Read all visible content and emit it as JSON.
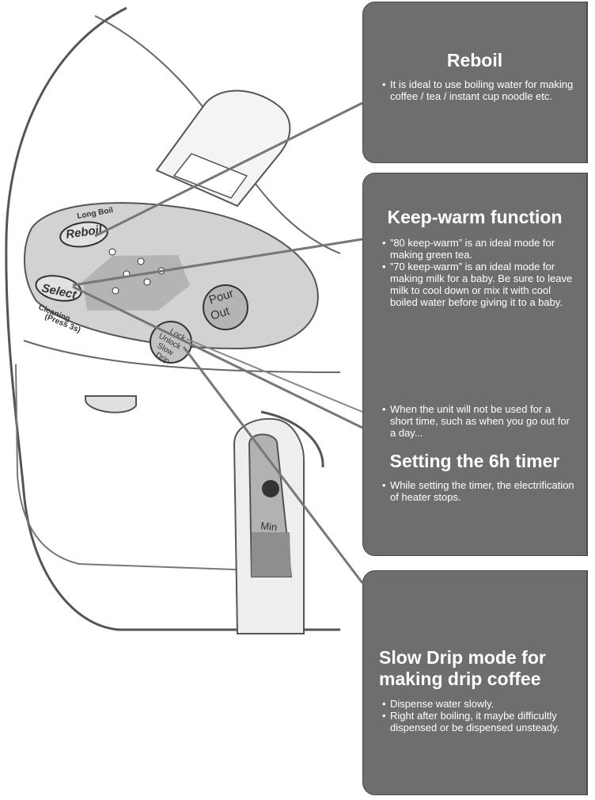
{
  "panels": [
    {
      "title": "Reboil",
      "bullets": [
        "It is ideal to use boiling water for making coffee / tea / instant cup noodle etc."
      ]
    },
    {
      "title": "Keep-warm function",
      "bullets": [
        "”80 keep-warm” is an ideal mode for making green tea.",
        "”70 keep-warm” is an ideal mode for making milk for a baby. Be sure to leave milk to cool down or mix it with cool boiled water before giving it to a baby."
      ],
      "bullets_b": [
        "When the unit will not be used for a short time, such as when you go out for a day..."
      ],
      "title_b": "Setting the 6h timer",
      "bullets_c": [
        "While setting the timer, the electrification of heater stops."
      ]
    },
    {
      "title": "Slow Drip mode for making drip coffee",
      "bullets": [
        "Dispense water slowly.",
        "Right after boiling, it maybe difficultly dispensed or be dispensed unsteady."
      ]
    }
  ],
  "device": {
    "long_boil": "Long Boil",
    "reboil": "Reboil",
    "select": "Select",
    "cleaning": "Cleaning",
    "press": "(Press 3s)",
    "pour": "Pour",
    "out": "Out",
    "lock": "Lock",
    "unlock": "Unlock",
    "slow": "Slow",
    "drip": "Drip",
    "min": "Min"
  }
}
